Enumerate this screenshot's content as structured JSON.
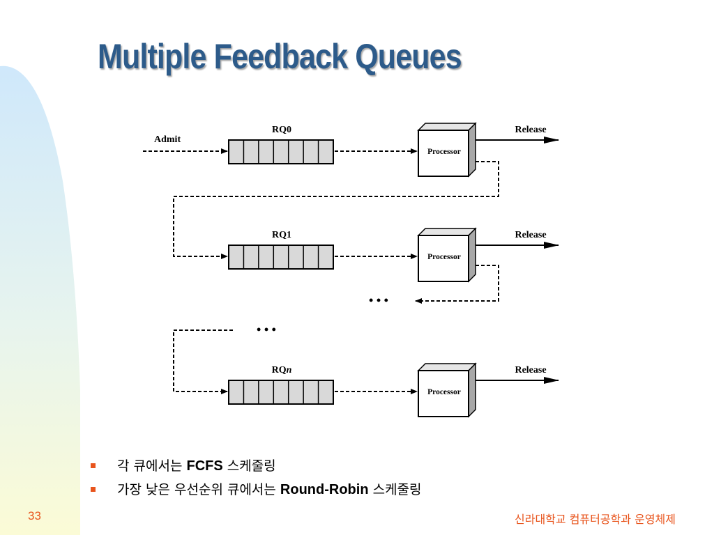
{
  "title": "Multiple Feedback Queues",
  "diagram": {
    "admit_label": "Admit",
    "rows": [
      {
        "queue_label": "RQ0",
        "queue_name": "RQ",
        "queue_index": "0",
        "processor_label": "Processor",
        "release_label": "Release"
      },
      {
        "queue_label": "RQ1",
        "queue_name": "RQ",
        "queue_index": "1",
        "processor_label": "Processor",
        "release_label": "Release"
      },
      {
        "queue_label": "RQn",
        "queue_name": "RQ",
        "queue_index": "n",
        "processor_label": "Processor",
        "release_label": "Release"
      }
    ],
    "ellipsis": "• • •"
  },
  "bullets": [
    {
      "before": "각 큐에서는 ",
      "emph": "FCFS",
      "after": " 스케줄링"
    },
    {
      "before": "가장 낮은 우선순위 큐에서는 ",
      "emph": "Round-Robin",
      "after": " 스케줄링"
    }
  ],
  "footer": {
    "page_number": "33",
    "text": "신라대학교 컴퓨터공학과 운영체제"
  },
  "colors": {
    "title": "#2d5b8a",
    "accent": "#e8541c",
    "queue_fill": "#d9d9d9",
    "processor_side": "#a8a8a8"
  }
}
